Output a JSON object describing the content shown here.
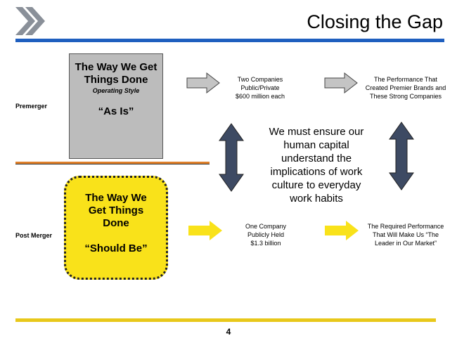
{
  "header": {
    "title": "Closing the Gap"
  },
  "rows": {
    "premerger_label": "Premerger",
    "postmerger_label": "Post Merger"
  },
  "premerger": {
    "box_title_line1": "The Way We Get",
    "box_title_line2": "Things Done",
    "box_subtitle": "Operating Style",
    "box_quote": "“As Is”",
    "companies_line1": "Two Companies",
    "companies_line2": "Public/Private",
    "companies_line3": "$600 million each",
    "performance_line1": "The Performance That",
    "performance_line2": "Created Premier Brands and",
    "performance_line3": "These Strong Companies"
  },
  "postmerger": {
    "box_title_line1": "The Way We",
    "box_title_line2": "Get Things",
    "box_title_line3": "Done",
    "box_quote": "“Should Be”",
    "companies_line1": "One Company",
    "companies_line2": "Publicly Held",
    "companies_line3": "$1.3 billion",
    "performance_line1": "The Required Performance",
    "performance_line2": "That Will Make Us “The",
    "performance_line3": "Leader in Our Market”"
  },
  "center_message": {
    "line1": "We must ensure our",
    "line2": "human capital",
    "line3": "understand the",
    "line4": "implications of work",
    "line5": "culture to everyday",
    "line6": "work habits"
  },
  "footer": {
    "page_number": "4"
  },
  "colors": {
    "header_bar": "#1f5fbf",
    "gold_bar": "#e8c81a",
    "gray_box": "#bcbcbc",
    "yellow_box": "#f9e21a",
    "double_arrow": "#3d4a63",
    "logo": "#8a9099"
  }
}
